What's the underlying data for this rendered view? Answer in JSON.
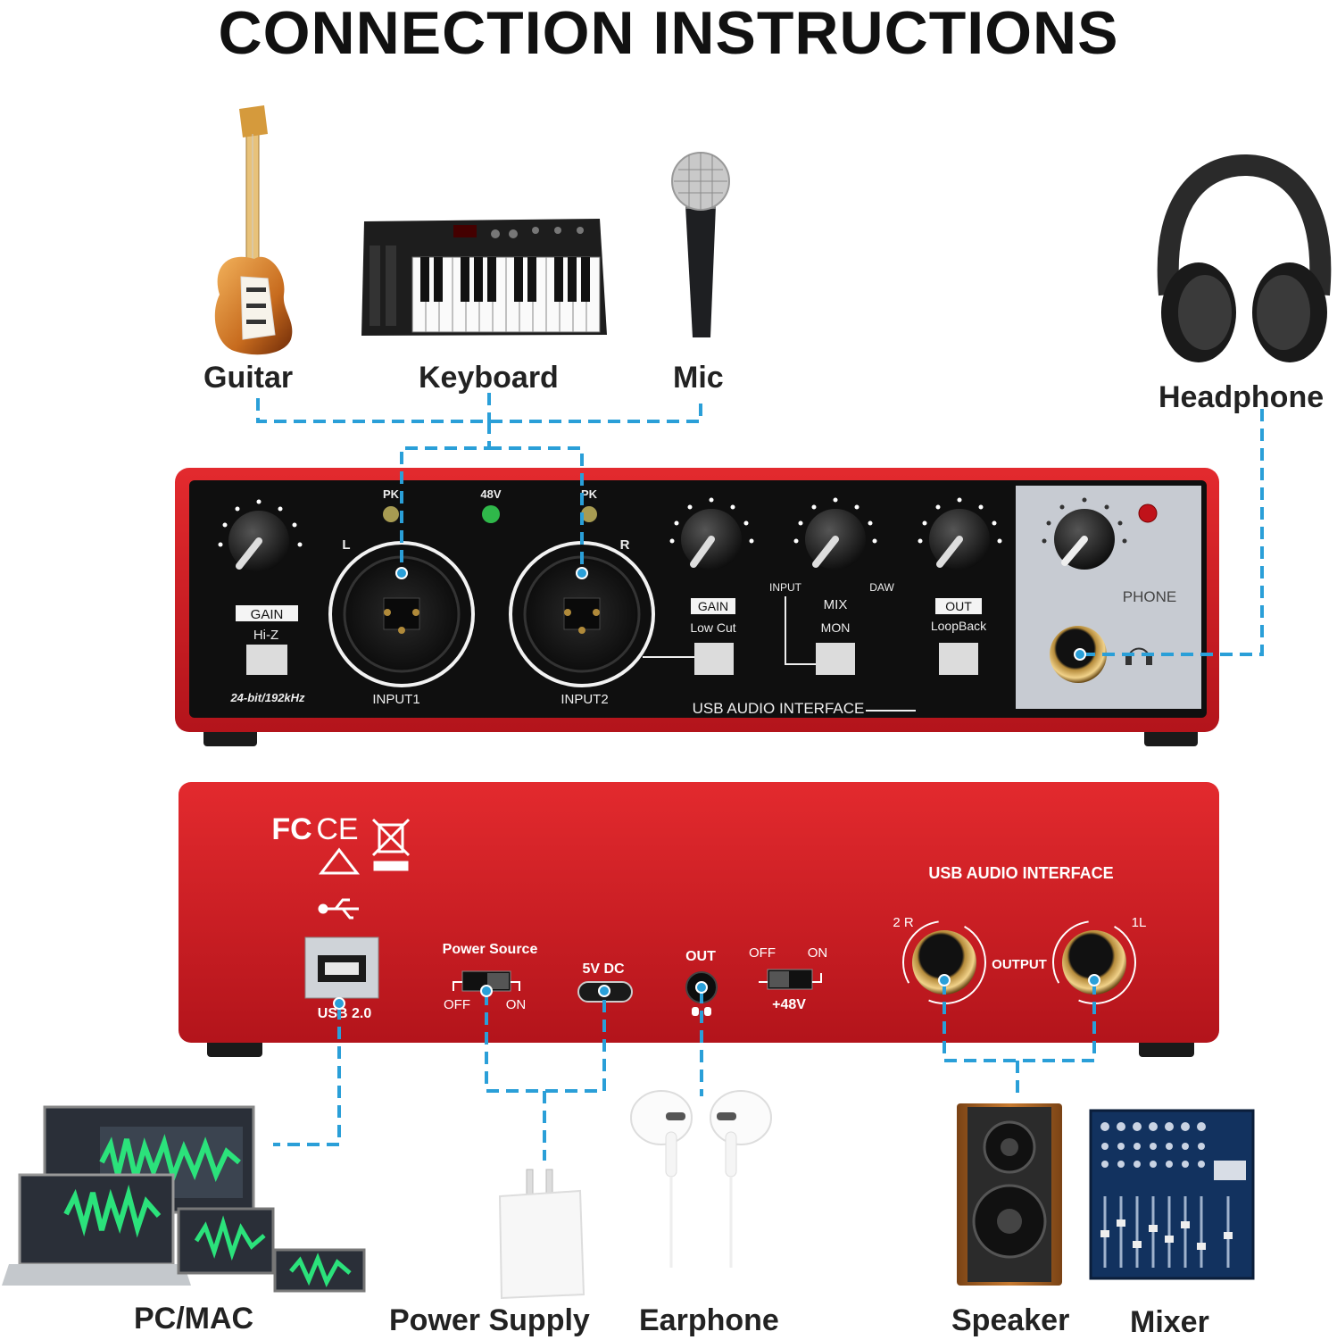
{
  "title": "CONNECTION INSTRUCTIONS",
  "devices": {
    "guitar": "Guitar",
    "keyboard": "Keyboard",
    "mic": "Mic",
    "headphone": "Headphone",
    "pc_mac": "PC/MAC",
    "power_supply": "Power Supply",
    "earphone": "Earphone",
    "speaker": "Speaker",
    "mixer": "Mixer"
  },
  "front_panel": {
    "gain_left": "GAIN",
    "hi_z": "Hi-Z",
    "pk_left": "PK",
    "v48": "48V",
    "pk_right": "PK",
    "l": "L",
    "r": "R",
    "input1": "INPUT1",
    "input2": "INPUT2",
    "gain_right": "GAIN",
    "low_cut": "Low Cut",
    "input": "INPUT",
    "mix": "MIX",
    "daw": "DAW",
    "mon": "MON",
    "out": "OUT",
    "loopback": "LoopBack",
    "phone": "PHONE",
    "bitrate": "24-bit/192kHz",
    "usb_audio_interface": "USB AUDIO INTERFACE"
  },
  "back_panel": {
    "usb_audio_interface": "USB AUDIO INTERFACE",
    "usb20": "USB 2.0",
    "power_source": "Power Source",
    "off": "OFF",
    "on": "ON",
    "dc5v": "5V DC",
    "out": "OUT",
    "off48": "OFF",
    "on48": "ON",
    "v48": "+48V",
    "output": "OUTPUT",
    "r2": "2 R",
    "l1": "1L",
    "fc": "FC",
    "ce": "CE"
  },
  "colors": {
    "accent_line": "#2a9fd8",
    "chassis_red": "#c8171e",
    "panel_black": "#111111"
  }
}
